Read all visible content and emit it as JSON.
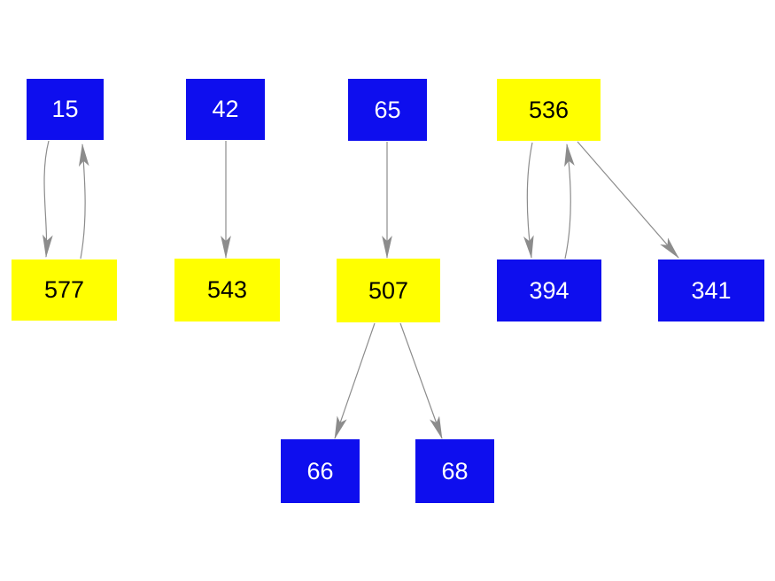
{
  "graph": {
    "background": "#ffffff",
    "colors": {
      "blue_node_fill": "#0e0eee",
      "blue_node_text": "#ffffff",
      "yellow_node_fill": "#ffff00",
      "yellow_node_text": "#000000",
      "edge": "#8c8c8c"
    },
    "nodes": [
      {
        "id": "15",
        "label": "15",
        "color": "blue"
      },
      {
        "id": "42",
        "label": "42",
        "color": "blue"
      },
      {
        "id": "65",
        "label": "65",
        "color": "blue"
      },
      {
        "id": "536",
        "label": "536",
        "color": "yellow"
      },
      {
        "id": "577",
        "label": "577",
        "color": "yellow"
      },
      {
        "id": "543",
        "label": "543",
        "color": "yellow"
      },
      {
        "id": "507",
        "label": "507",
        "color": "yellow"
      },
      {
        "id": "394",
        "label": "394",
        "color": "blue"
      },
      {
        "id": "341",
        "label": "341",
        "color": "blue"
      },
      {
        "id": "66",
        "label": "66",
        "color": "blue"
      },
      {
        "id": "68",
        "label": "68",
        "color": "blue"
      }
    ],
    "edges": [
      {
        "from": "15",
        "to": "577",
        "shape": "curved",
        "arrow": "to"
      },
      {
        "from": "577",
        "to": "15",
        "shape": "curved",
        "arrow": "to"
      },
      {
        "from": "42",
        "to": "543",
        "shape": "straight",
        "arrow": "to"
      },
      {
        "from": "65",
        "to": "507",
        "shape": "straight",
        "arrow": "to"
      },
      {
        "from": "536",
        "to": "394",
        "shape": "curved",
        "arrow": "to"
      },
      {
        "from": "394",
        "to": "536",
        "shape": "curved",
        "arrow": "to"
      },
      {
        "from": "536",
        "to": "341",
        "shape": "straight",
        "arrow": "to"
      },
      {
        "from": "507",
        "to": "66",
        "shape": "straight",
        "arrow": "to"
      },
      {
        "from": "507",
        "to": "68",
        "shape": "straight",
        "arrow": "to"
      }
    ]
  }
}
